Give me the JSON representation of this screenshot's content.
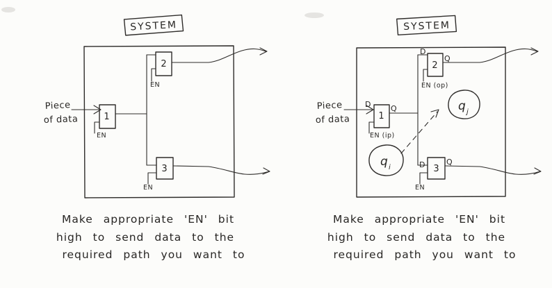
{
  "colors": {
    "paper": "#fcfcfa",
    "ink": "#2e2c2a"
  },
  "diagrams": {
    "left": {
      "title": "SYSTEM",
      "input_label_line1": "Piece",
      "input_label_line2": "of data",
      "registers": {
        "r1": "1",
        "r2": "2",
        "r3": "3"
      },
      "enable_labels": {
        "r1": "EN",
        "r2": "EN",
        "r3": "EN"
      },
      "caption": [
        "Make appropriate 'EN' bit",
        "high to send data to the",
        "required path you want to"
      ]
    },
    "right": {
      "title": "SYSTEM",
      "input_label_line1": "Piece",
      "input_label_line2": "of data",
      "registers": {
        "r1": "1",
        "r2": "2",
        "r3": "3"
      },
      "enable_labels": {
        "r1": "EN (ip)",
        "r2": "EN (op)",
        "r3": "EN"
      },
      "pin_labels": {
        "d": "D",
        "q": "Q"
      },
      "state_bubbles": {
        "qi_base": "q",
        "qi_sub": "i",
        "qj_base": "q",
        "qj_sub": "j"
      },
      "caption": [
        "Make appropriate 'EN' bit",
        "high to send data to the",
        "required path you want to"
      ]
    }
  }
}
